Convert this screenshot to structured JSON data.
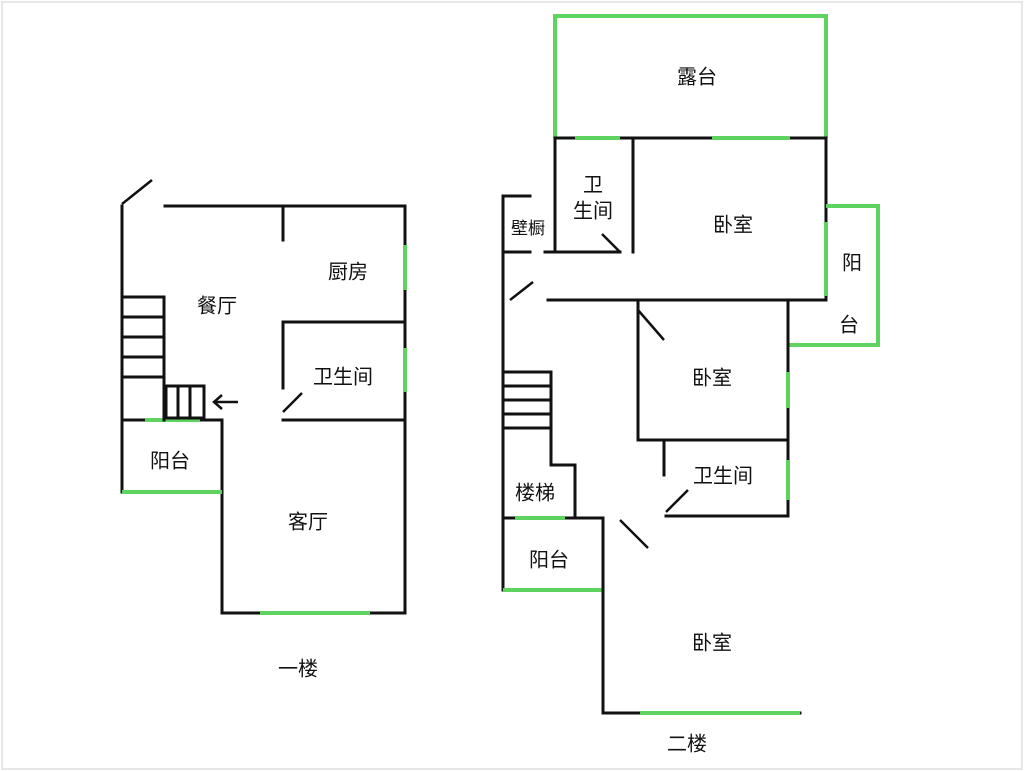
{
  "first_floor": {
    "caption": "一楼",
    "rooms": {
      "dining": "餐厅",
      "kitchen": "厨房",
      "bathroom": "卫生间",
      "balcony": "阳台",
      "living": "客厅"
    }
  },
  "second_floor": {
    "caption": "二楼",
    "rooms": {
      "terrace": "露台",
      "bath_top_1": "卫",
      "bath_top_2": "生间",
      "closet": "壁橱",
      "bedroom_top": "卧室",
      "balcony_right_1": "阳",
      "balcony_right_2": "台",
      "bedroom_middle": "卧室",
      "bathroom": "卫生间",
      "stairs": "楼梯",
      "balcony_left": "阳台",
      "bedroom_bottom": "卧室"
    }
  },
  "colors": {
    "wall": "#111111",
    "window": "#5fd35f"
  }
}
